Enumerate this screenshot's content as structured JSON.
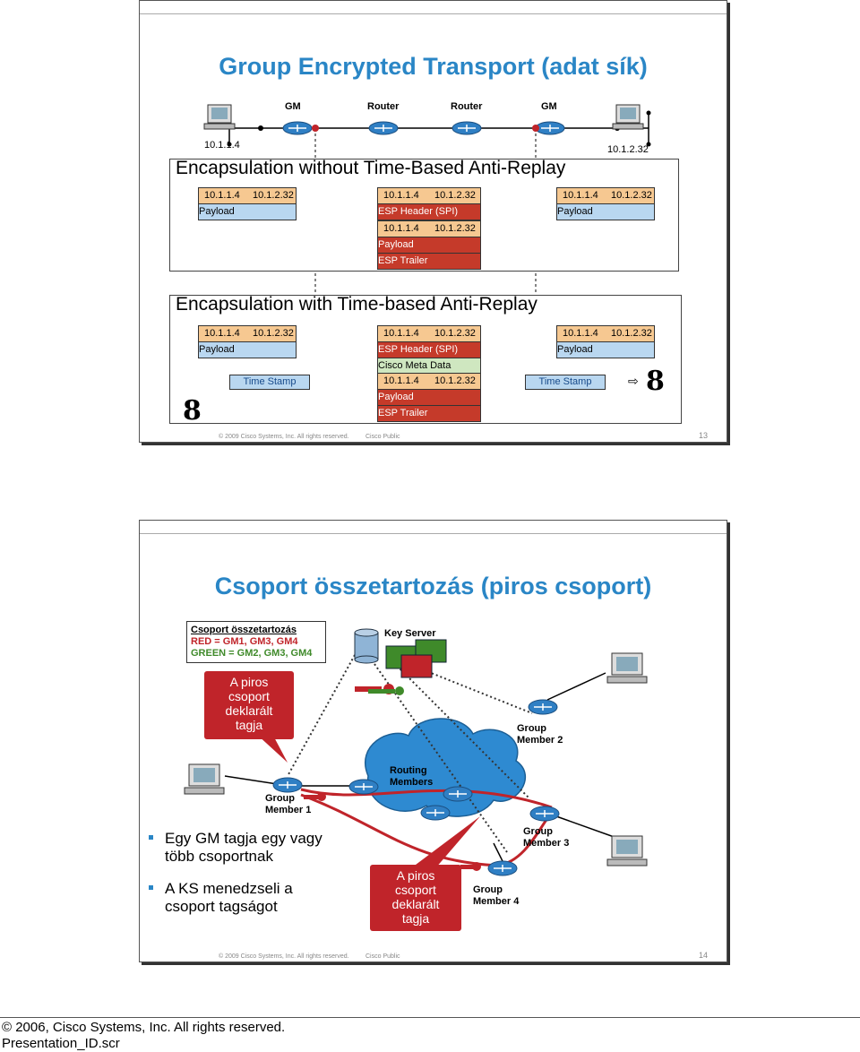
{
  "slide1": {
    "title": "Group Encrypted Transport (adat sík)",
    "labels": {
      "gm_left": "GM",
      "router_left": "Router",
      "router_right": "Router",
      "gm_right": "GM"
    },
    "ip_left": "10.1.1.4",
    "ip_right": "10.1.2.32",
    "section1": {
      "title": "Encapsulation without Time-Based Anti-Replay",
      "left": {
        "src": "10.1.1.4",
        "dst": "10.1.2.32",
        "payload": "Payload"
      },
      "mid": {
        "src": "10.1.1.4",
        "dst": "10.1.2.32",
        "esp_header": "ESP Header (SPI)",
        "src2": "10.1.1.4",
        "dst2": "10.1.2.32",
        "payload": "Payload",
        "esp_trailer": "ESP Trailer"
      },
      "right": {
        "src": "10.1.1.4",
        "dst": "10.1.2.32",
        "payload": "Payload"
      }
    },
    "section2": {
      "title": "Encapsulation with Time-based Anti-Replay",
      "left": {
        "src": "10.1.1.4",
        "dst": "10.1.2.32",
        "payload": "Payload"
      },
      "mid": {
        "src": "10.1.1.4",
        "dst": "10.1.2.32",
        "esp_header": "ESP Header (SPI)",
        "meta": "Cisco Meta Data",
        "src2": "10.1.1.4",
        "dst2": "10.1.2.32",
        "payload": "Payload",
        "esp_trailer": "ESP Trailer"
      },
      "right": {
        "src": "10.1.1.4",
        "dst": "10.1.2.32",
        "payload": "Payload"
      },
      "timestamp_left": "Time Stamp",
      "timestamp_right": "Time Stamp",
      "symbol": "8",
      "arrow_symbol": "⇨"
    },
    "footer_left": "© 2009 Cisco Systems, Inc. All rights reserved.",
    "footer_mid": "Cisco Public",
    "page": "13"
  },
  "slide2": {
    "title": "Csoport összetartozás (piros csoport)",
    "legend": {
      "heading": "Csoport összetartozás",
      "red": "RED = GM1, GM3, GM4",
      "green": "GREEN = GM2, GM3, GM4"
    },
    "key_server": "Key Server",
    "callout_top": [
      "A piros",
      "csoport",
      "deklarált",
      "tagja"
    ],
    "callout_bottom": [
      "A piros",
      "csoport",
      "deklarált",
      "tagja"
    ],
    "routing": [
      "Routing",
      "Members"
    ],
    "gm1": [
      "Group",
      "Member 1"
    ],
    "gm2": [
      "Group",
      "Member 2"
    ],
    "gm3": [
      "Group",
      "Member 3"
    ],
    "gm4": [
      "Group",
      "Member 4"
    ],
    "bullets": [
      [
        "Egy GM tagja egy vagy",
        "több csoportnak"
      ],
      [
        "A KS menedzseli a",
        "csoport tagságot"
      ]
    ],
    "footer_left": "© 2009 Cisco Systems, Inc. All rights reserved.",
    "footer_mid": "Cisco Public",
    "page": "14"
  },
  "page_footer": {
    "copyright": "© 2006, Cisco Systems, Inc. All rights reserved.",
    "file": "Presentation_ID.scr"
  },
  "colors": {
    "title_blue": "#2a86c6",
    "red_group": "#c0242a",
    "green_group": "#3f8a2a",
    "router_blue": "#2f7fc4"
  }
}
